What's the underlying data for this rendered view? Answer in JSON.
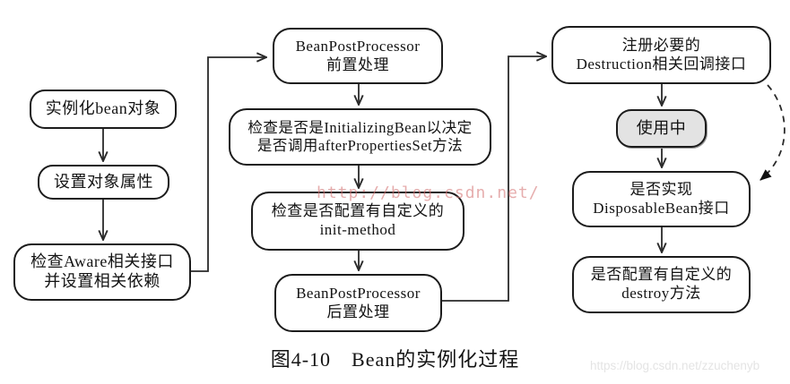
{
  "diagram": {
    "caption": "图4-10　Bean的实例化过程",
    "watermarks": {
      "center": "http://blog.csdn.net/",
      "corner": "https://blog.csdn.net/zzuchenyb"
    },
    "colors": {
      "box_border": "#1c1c1c",
      "box_fill": "#ffffff",
      "in_use_fill": "#e3e3e3",
      "arrow": "#2a2a2a",
      "watermark_red": "#d67a7a",
      "watermark_gray": "#e4e4e4"
    },
    "nodes": {
      "instantiate": {
        "line1": "实例化bean对象"
      },
      "set_props": {
        "line1": "设置对象属性"
      },
      "aware": {
        "line1": "检查Aware相关接口",
        "line2": "并设置相关依赖"
      },
      "bpp_before": {
        "line1": "BeanPostProcessor",
        "line2": "前置处理"
      },
      "init_bean": {
        "line1": "检查是否是InitializingBean以决定",
        "line2": "是否调用afterPropertiesSet方法"
      },
      "init_method": {
        "line1": "检查是否配置有自定义的",
        "line2": "init-method"
      },
      "bpp_after": {
        "line1": "BeanPostProcessor",
        "line2": "后置处理"
      },
      "register_destruction": {
        "line1": "注册必要的",
        "line2": "Destruction相关回调接口"
      },
      "in_use": {
        "line1": "使用中"
      },
      "disposable": {
        "line1": "是否实现",
        "line2": "DisposableBean接口"
      },
      "destroy": {
        "line1": "是否配置有自定义的",
        "line2": "destroy方法"
      }
    }
  }
}
